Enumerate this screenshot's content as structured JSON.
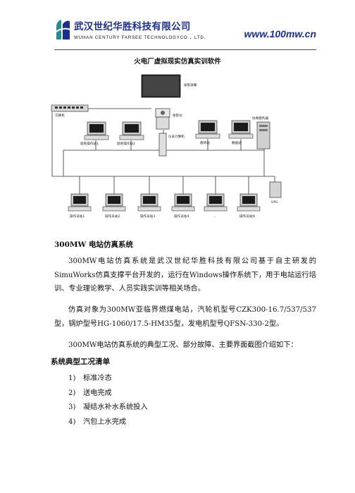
{
  "header": {
    "company_cn": "武汉世纪华胜科技有限公司",
    "company_en": "WUHAN CENTURY FARSEE TECHNOLOGYCO.，LTD.",
    "website": "www.100mw.cn",
    "logo_icon": "company-logo-icon",
    "brand_color": "#1d2f86"
  },
  "doc_title": "火电厂虚拟现实仿真实训软件",
  "diagram": {
    "switch": "交换机",
    "projector_screen": "投影屏幕",
    "projector": "投影仪",
    "instructor_computer": "仪表计算机",
    "engineer_station_1": "就地操作站1",
    "engineer_station_2": "就地操作站2",
    "teacher_station": "教师站",
    "data_station": "数据站",
    "simulation_server": "仿真服务器",
    "ups": "UPS",
    "operators": [
      "操作员站1",
      "操作员站2",
      "操作员站3",
      "操作员站4",
      "...",
      "操作员站N"
    ]
  },
  "section": {
    "title_en": "300MW",
    "title_cn": "电站仿真系统",
    "paragraphs": [
      "300MW电站仿真系统是武汉世纪华胜科技有限公司基于自主研发的SimuWorks仿真支撑平台开发的，运行在Windows操作系统下，用于电站运行培训、专业理论教学、人员实践实训等相关场合。",
      "仿真对象为300MW亚临界燃煤电站，汽轮机型号CZK300-16.7/537/537型，锅炉型号HG-1060/17.5-HM35型，发电机型号QFSN-330-2型。",
      "300MW电站仿真系统的典型工况、部分故障、主要界面截图介绍如下："
    ]
  },
  "list": {
    "title": "系统典型工况清单",
    "items": [
      {
        "num": "1)",
        "text": "标准冷态"
      },
      {
        "num": "2)",
        "text": "送电完成"
      },
      {
        "num": "3)",
        "text": "凝结水补水系统投入"
      },
      {
        "num": "4)",
        "text": "汽包上水完成"
      }
    ]
  }
}
